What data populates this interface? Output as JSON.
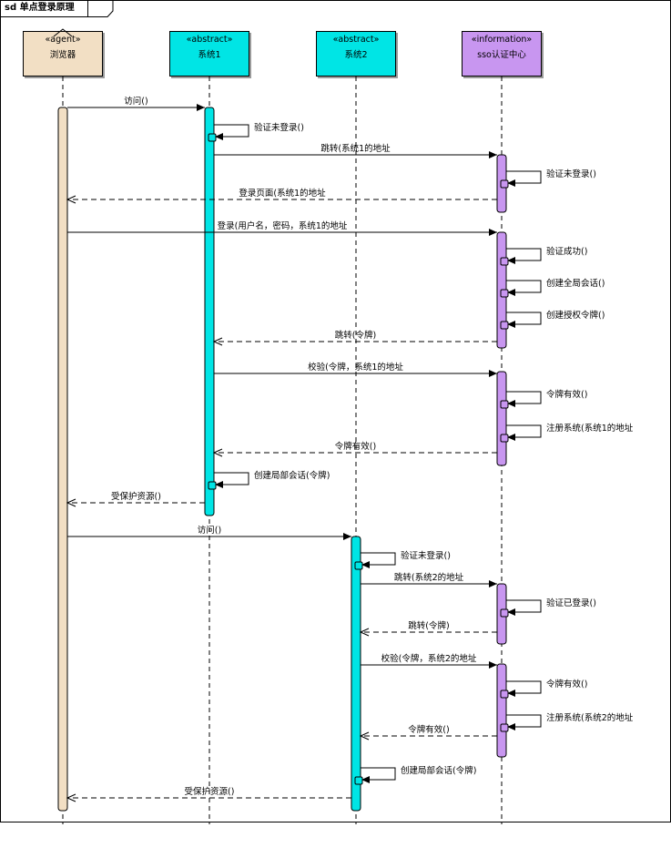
{
  "frame": {
    "title": "sd 单点登录原理"
  },
  "colors": {
    "agent": "#F2DFC4",
    "abstract": "#00E5E5",
    "information": "#C896F0",
    "line": "#000000"
  },
  "lifelines": [
    {
      "id": "agent",
      "stereotype": "«agent»",
      "name": "浏览器"
    },
    {
      "id": "sys1",
      "stereotype": "«abstract»",
      "name": "系统1"
    },
    {
      "id": "sys2",
      "stereotype": "«abstract»",
      "name": "系统2"
    },
    {
      "id": "sso",
      "stereotype": "«information»",
      "name": "sso认证中心"
    }
  ],
  "messages": [
    {
      "from": "agent",
      "to": "sys1",
      "label": "访问()",
      "kind": "sync"
    },
    {
      "from": "sys1",
      "to": "sys1",
      "label": "验证未登录()",
      "kind": "self"
    },
    {
      "from": "sys1",
      "to": "sso",
      "label": "跳转(系统1的地址",
      "kind": "sync"
    },
    {
      "from": "sso",
      "to": "sso",
      "label": "验证未登录()",
      "kind": "self"
    },
    {
      "from": "sso",
      "to": "agent",
      "label": "登录页面(系统1的地址",
      "kind": "return"
    },
    {
      "from": "agent",
      "to": "sso",
      "label": "登录(用户名，密码，系统1的地址",
      "kind": "sync"
    },
    {
      "from": "sso",
      "to": "sso",
      "label": "验证成功()",
      "kind": "self"
    },
    {
      "from": "sso",
      "to": "sso",
      "label": "创建全局会话()",
      "kind": "self"
    },
    {
      "from": "sso",
      "to": "sso",
      "label": "创建授权令牌()",
      "kind": "self"
    },
    {
      "from": "sso",
      "to": "sys1",
      "label": "跳转(令牌)",
      "kind": "return"
    },
    {
      "from": "sys1",
      "to": "sso",
      "label": "校验(令牌，系统1的地址",
      "kind": "sync"
    },
    {
      "from": "sso",
      "to": "sso",
      "label": "令牌有效()",
      "kind": "self"
    },
    {
      "from": "sso",
      "to": "sso",
      "label": "注册系统(系统1的地址",
      "kind": "self"
    },
    {
      "from": "sso",
      "to": "sys1",
      "label": "令牌有效()",
      "kind": "return"
    },
    {
      "from": "sys1",
      "to": "sys1",
      "label": "创建局部会话(令牌)",
      "kind": "self"
    },
    {
      "from": "sys1",
      "to": "agent",
      "label": "受保护资源()",
      "kind": "return"
    },
    {
      "from": "agent",
      "to": "sys2",
      "label": "访问()",
      "kind": "sync"
    },
    {
      "from": "sys2",
      "to": "sys2",
      "label": "验证未登录()",
      "kind": "self"
    },
    {
      "from": "sys2",
      "to": "sso",
      "label": "跳转(系统2的地址",
      "kind": "sync"
    },
    {
      "from": "sso",
      "to": "sso",
      "label": "验证已登录()",
      "kind": "self"
    },
    {
      "from": "sso",
      "to": "sys2",
      "label": "跳转(令牌)",
      "kind": "return"
    },
    {
      "from": "sys2",
      "to": "sso",
      "label": "校验(令牌，系统2的地址",
      "kind": "sync"
    },
    {
      "from": "sso",
      "to": "sso",
      "label": "令牌有效()",
      "kind": "self"
    },
    {
      "from": "sso",
      "to": "sso",
      "label": "注册系统(系统2的地址",
      "kind": "self"
    },
    {
      "from": "sso",
      "to": "sys2",
      "label": "令牌有效()",
      "kind": "return"
    },
    {
      "from": "sys2",
      "to": "sys2",
      "label": "创建局部会话(令牌)",
      "kind": "self"
    },
    {
      "from": "sys2",
      "to": "agent",
      "label": "受保护资源()",
      "kind": "return"
    }
  ]
}
